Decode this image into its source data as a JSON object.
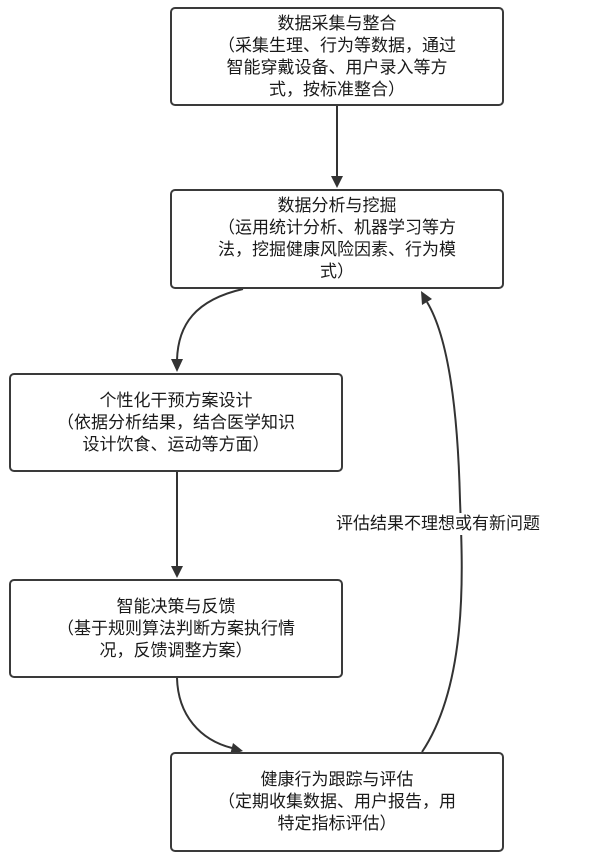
{
  "nodes": [
    {
      "id": "data-collection",
      "lines": [
        "数据采集与整合",
        "（采集生理、行为等数据，通过",
        "智能穿戴设备、用户录入等方",
        "式，按标准整合）"
      ]
    },
    {
      "id": "data-analysis",
      "lines": [
        "数据分析与挖掘",
        "（运用统计分析、机器学习等方",
        "法，挖掘健康风险因素、行为模",
        "式）"
      ]
    },
    {
      "id": "intervention-design",
      "lines": [
        "个性化干预方案设计",
        "（依据分析结果，结合医学知识",
        "设计饮食、运动等方面）"
      ]
    },
    {
      "id": "decision-feedback",
      "lines": [
        "智能决策与反馈",
        "（基于规则算法判断方案执行情",
        "况，反馈调整方案）"
      ]
    },
    {
      "id": "behavior-tracking",
      "lines": [
        "健康行为跟踪与评估",
        "（定期收集数据、用户报告，用",
        "特定指标评估）"
      ]
    }
  ],
  "edges": [
    {
      "from": "data-collection",
      "to": "data-analysis",
      "label": ""
    },
    {
      "from": "data-analysis",
      "to": "intervention-design",
      "label": ""
    },
    {
      "from": "intervention-design",
      "to": "decision-feedback",
      "label": ""
    },
    {
      "from": "decision-feedback",
      "to": "behavior-tracking",
      "label": ""
    },
    {
      "from": "behavior-tracking",
      "to": "data-analysis",
      "label": "评估结果不理想或有新问题"
    }
  ],
  "colors": {
    "stroke": "#333333",
    "border": "#3a3a3a",
    "background": "#ffffff",
    "text": "#1a1a1a"
  }
}
